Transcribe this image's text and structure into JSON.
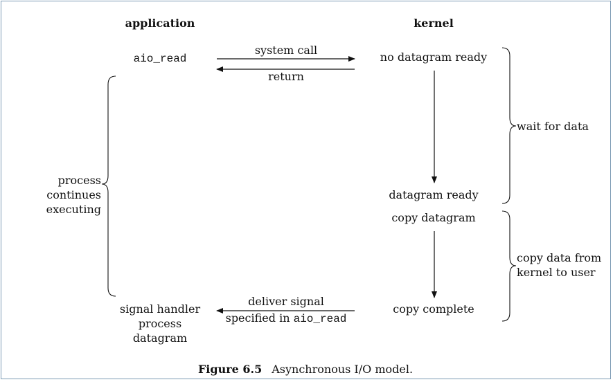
{
  "columns": {
    "application": "application",
    "kernel": "kernel"
  },
  "app": {
    "aio_read": "aio_read",
    "process_continues": "process continues\nexecuting",
    "signal_handler": "signal handler\nprocess\ndatagram"
  },
  "arrows": {
    "system_call": "system call",
    "return": "return",
    "deliver_signal": "deliver signal",
    "specified_in": "specified in ",
    "specified_fn": "aio_read"
  },
  "kernel_states": {
    "no_datagram_ready": "no datagram ready",
    "datagram_ready": "datagram ready",
    "copy_datagram": "copy datagram",
    "copy_complete": "copy complete"
  },
  "phases": {
    "wait_for_data": "wait for data",
    "copy_data": "copy data from\nkernel to user"
  },
  "caption": {
    "label": "Figure 6.5",
    "text": "Asynchronous I/O model."
  }
}
